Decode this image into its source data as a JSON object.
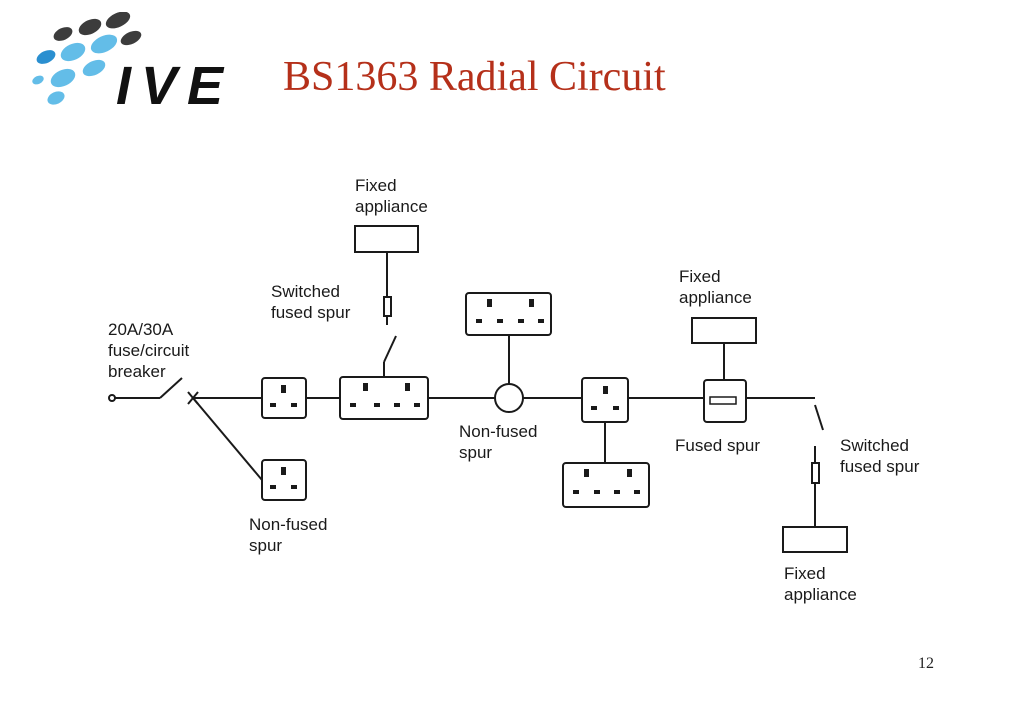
{
  "slide": {
    "title": "BS1363 Radial Circuit",
    "page_number": "12"
  },
  "logo": {
    "text": "IVE",
    "colors": {
      "dark": "#3c3c3c",
      "light_blue": "#63bde8",
      "mid_blue": "#2a8fd0"
    }
  },
  "diagram": {
    "labels": {
      "breaker_line1": "20A/30A",
      "breaker_line2": "fuse/circuit",
      "breaker_line3": "breaker",
      "fixed_appliance_top_1": "Fixed",
      "fixed_appliance_top_2": "appliance",
      "switched_spur_left_1": "Switched",
      "switched_spur_left_2": "fused spur",
      "nonfused_spur_left_1": "Non-fused",
      "nonfused_spur_left_2": "spur",
      "nonfused_spur_mid_1": "Non-fused",
      "nonfused_spur_mid_2": "spur",
      "fixed_appliance_right_1": "Fixed",
      "fixed_appliance_right_2": "appliance",
      "fused_spur": "Fused spur",
      "switched_spur_right_1": "Switched",
      "switched_spur_right_2": "fused spur",
      "fixed_appliance_bottom_1": "Fixed",
      "fixed_appliance_bottom_2": "appliance"
    },
    "colors": {
      "line": "#1a1a1a",
      "title": "#b5301a"
    }
  }
}
